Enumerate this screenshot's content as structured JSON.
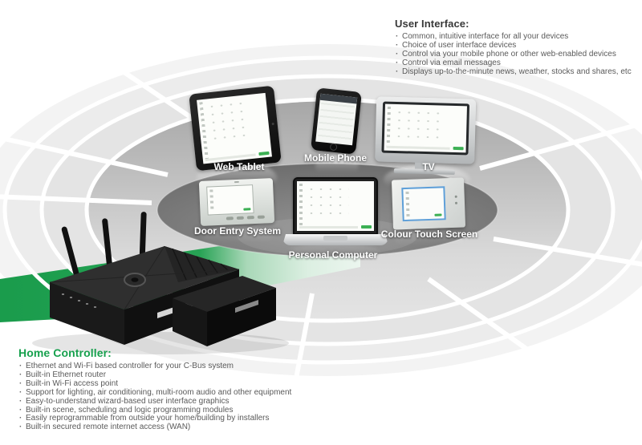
{
  "colors": {
    "accent_green": "#17a14e",
    "diagram_green": "#27a254",
    "heading_dark": "#383838",
    "body_text": "#5a5a5a"
  },
  "user_interface_section": {
    "heading": "User Interface:",
    "bullets": [
      "Common, intuitive interface for all your devices",
      "Choice of user interface devices",
      "Control via your mobile phone or other web-enabled devices",
      "Control via email messages",
      "Displays up-to-the-minute news, weather, stocks and shares, etc"
    ]
  },
  "home_controller_section": {
    "heading": "Home Controller:",
    "bullets": [
      "Ethernet and Wi-Fi based controller for your C-Bus system",
      "Built-in Ethernet router",
      "Built-in Wi-Fi access point",
      "Support for lighting, air conditioning, multi-room audio and other equipment",
      "Easy-to-understand wizard-based user interface graphics",
      "Built-in scene, scheduling and logic programming modules",
      "Easily reprogrammable from outside your home/building by installers",
      "Built-in secured remote internet access (WAN)"
    ]
  },
  "diagram": {
    "devices": {
      "web_tablet": {
        "label": "Web Tablet"
      },
      "mobile_phone": {
        "label": "Mobile Phone"
      },
      "tv": {
        "label": "TV"
      },
      "door_entry": {
        "label": "Door Entry System"
      },
      "personal_computer": {
        "label": "Personal Computer"
      },
      "colour_touch_screen": {
        "label": "Colour Touch Screen"
      }
    }
  }
}
